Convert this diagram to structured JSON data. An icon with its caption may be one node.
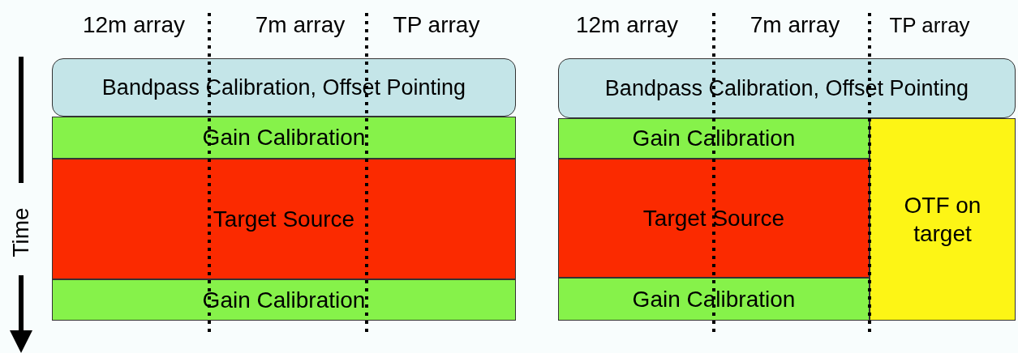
{
  "diagram": {
    "nodes": [
      {
        "text": [
          "Bandpass Calibration, Offset Pointing"
        ]
      },
      {
        "text": [
          "Gain Calibration"
        ]
      },
      {
        "text": [
          "Target Source"
        ]
      },
      {
        "text": [
          "Gain Calibration"
        ]
      },
      {
        "text": [
          "Bandpass Calibration, Offset Pointing"
        ]
      },
      {
        "text": [
          "Gain Calibration"
        ]
      },
      {
        "text": [
          "Target Source"
        ]
      },
      {
        "text": [
          "Gain Calibration"
        ]
      },
      {
        "text": [
          "OTF on target"
        ]
      }
    ],
    "labels": [
      "12m array",
      "7m array",
      "TP array",
      "12m array",
      "7m array",
      "TP array",
      "Time"
    ]
  }
}
